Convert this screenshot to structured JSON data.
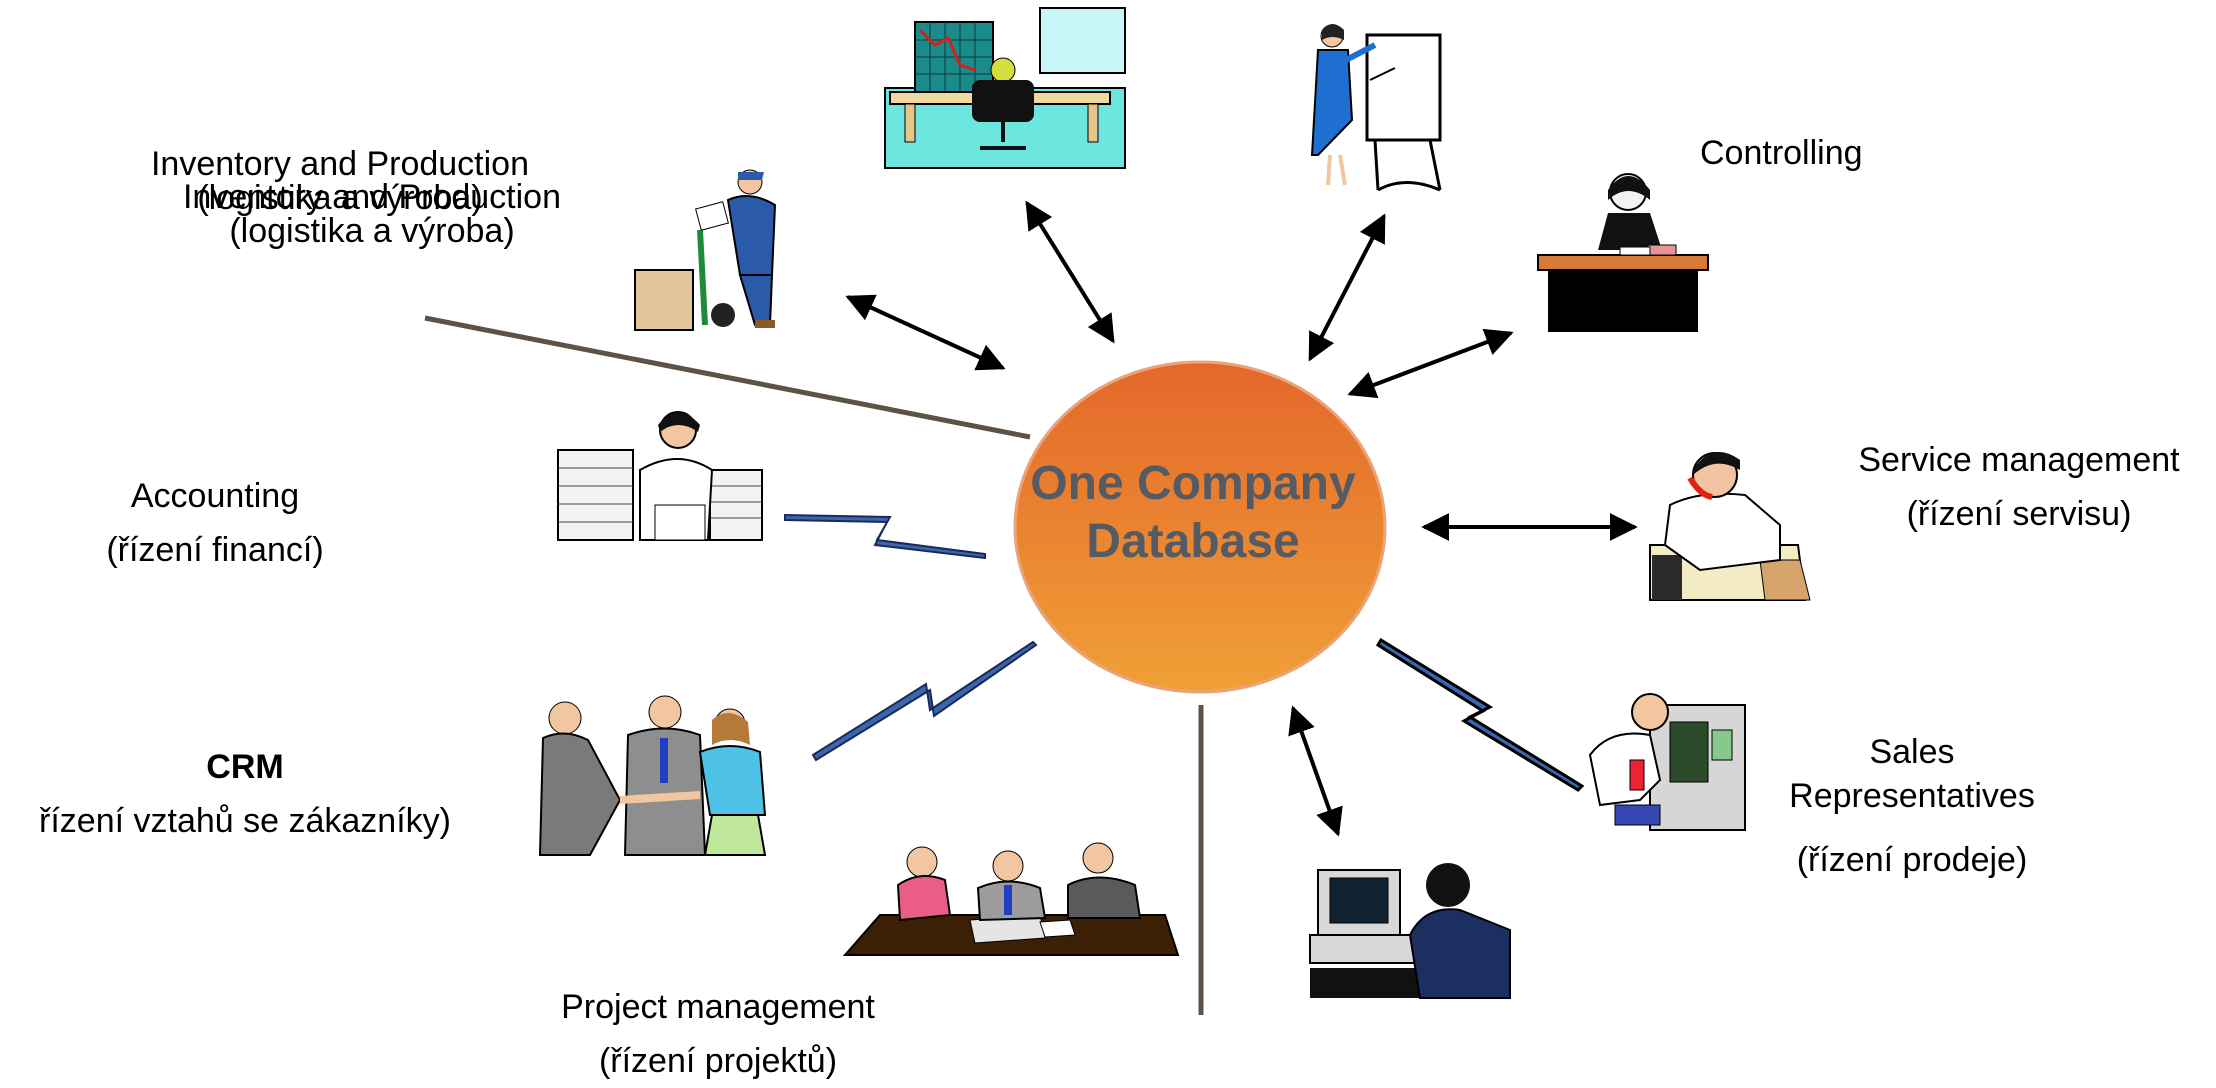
{
  "center": {
    "line1": "One Company",
    "line2": "Database"
  },
  "modules": {
    "inventory": {
      "line1": "Inventory and Production",
      "line2": "(logistika a výroba)"
    },
    "controlling": {
      "line1": "Controlling"
    },
    "service": {
      "line1": "Service management",
      "line2": "(řízení servisu)"
    },
    "accounting": {
      "line1": "Accounting",
      "line2": "(řízení financí)"
    },
    "crm": {
      "line1": "CRM",
      "line2": "řízení vztahů se zákazníky)"
    },
    "sales": {
      "line1": "Sales",
      "line2": "Representatives",
      "line3": "(řízení prodeje)"
    },
    "project": {
      "line1": "Project management",
      "line2": "(řízení projektů)"
    }
  },
  "colors": {
    "db_top": "#e4672a",
    "db_bottom": "#f0a037",
    "db_text": "#555a63",
    "connector": "#5c5346",
    "bolt_fill": "#3a66b0"
  },
  "icons": {
    "chart-worker": "trader-at-chart-desk",
    "presenter": "woman-at-flipchart",
    "controller": "woman-phone-desk",
    "service": "man-phone-computer",
    "sales": "man-at-payphone",
    "operator": "woman-at-computer",
    "meeting": "team-meeting",
    "crm": "handshake-group",
    "accounting": "man-paper-stacks",
    "warehouse": "worker-hand-truck"
  }
}
